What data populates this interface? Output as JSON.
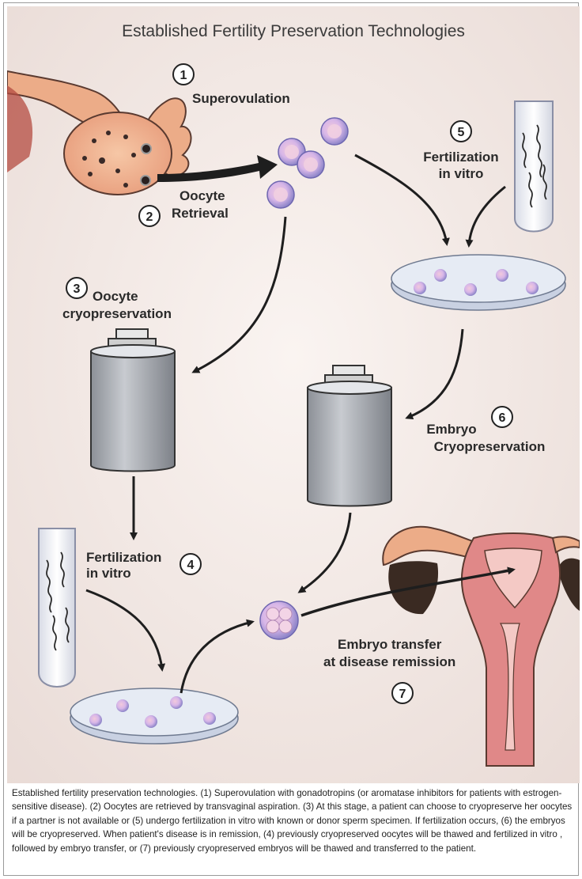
{
  "figure": {
    "title": "Established Fertility Preservation Technologies",
    "steps": {
      "s1": {
        "number": "1",
        "label": "Superovulation"
      },
      "s2": {
        "number": "2",
        "label_line1": "Oocyte",
        "label_line2": "Retrieval"
      },
      "s3": {
        "number": "3",
        "label_line1": "Oocyte",
        "label_line2": "cryopreservation"
      },
      "s4": {
        "number": "4",
        "label_line1": "Fertilization",
        "label_line2": "in vitro"
      },
      "s5": {
        "number": "5",
        "label_line1": "Fertilization",
        "label_line2": "in vitro"
      },
      "s6": {
        "number": "6",
        "label_line1": "Embryo",
        "label_line2": "Cryopreservation"
      },
      "s7": {
        "number": "7",
        "label_line1": "Embryo transfer",
        "label_line2": "at disease remission"
      }
    },
    "colors": {
      "background": "#f1e7e3",
      "ovary": "#ecac88",
      "oocyte": "#c6b3e6",
      "uterus": "#e08888",
      "cylinder": "#a9acb2",
      "arrow": "#1e1e1e"
    }
  },
  "caption": "Established fertility preservation technologies. (1) Superovulation with gonadotropins (or aromatase inhibitors for patients with estrogen-sensitive disease). (2) Oocytes are retrieved by transvaginal aspiration. (3) At this stage, a patient can choose to cryopreserve her oocytes if a partner is not available or (5) undergo fertilization in vitro with known or donor sperm specimen. If fertilization occurs, (6) the embryos will be cryopreserved. When patient's disease is in remission, (4) previously cryopreserved oocytes will be thawed and fertilized in vitro , followed by embryo transfer, or (7) previously cryopreserved embryos will be thawed and transferred to the patient."
}
